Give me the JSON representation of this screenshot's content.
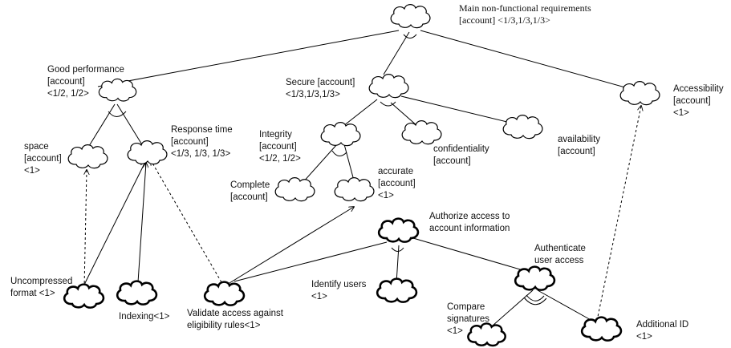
{
  "nodes": {
    "main": {
      "lines": [
        "Main non-functional requirements",
        "[account] <1/3,1/3,1/3>"
      ]
    },
    "perf": {
      "lines": [
        "Good performance",
        "[account]",
        "<1/2, 1/2>"
      ]
    },
    "secure": {
      "lines": [
        "Secure [account]",
        "<1/3,1/3,1/3>"
      ]
    },
    "access": {
      "lines": [
        "Accessibility",
        "[account]",
        "<1>"
      ]
    },
    "space": {
      "lines": [
        "space",
        "[account]",
        "<1>"
      ]
    },
    "resp": {
      "lines": [
        "Response time",
        "[account]",
        "<1/3, 1/3, 1/3>"
      ]
    },
    "integ": {
      "lines": [
        "Integrity",
        "[account]",
        "<1/2, 1/2>"
      ]
    },
    "conf": {
      "lines": [
        "confidentiality",
        "[account]"
      ]
    },
    "avail": {
      "lines": [
        "availability",
        "[account]"
      ]
    },
    "complete": {
      "lines": [
        "Complete",
        "[account]"
      ]
    },
    "accurate": {
      "lines": [
        "accurate",
        "[account]",
        "<1>"
      ]
    },
    "authz": {
      "lines": [
        "Authorize access to",
        "account information"
      ]
    },
    "authn": {
      "lines": [
        "Authenticate",
        "user access"
      ]
    },
    "uncomp": {
      "lines": [
        "Uncompressed",
        "format <1>"
      ]
    },
    "index": {
      "lines": [
        "Indexing<1>"
      ]
    },
    "validate": {
      "lines": [
        "Validate access against",
        "eligibility rules<1>"
      ]
    },
    "ident": {
      "lines": [
        "Identify users",
        "<1>"
      ]
    },
    "compare": {
      "lines": [
        "Compare",
        "signatures",
        "<1>"
      ]
    },
    "addid": {
      "lines": [
        "Additional ID",
        "<1>"
      ]
    }
  },
  "legend_colors": {
    "line": "#000000",
    "background": "#ffffff"
  }
}
